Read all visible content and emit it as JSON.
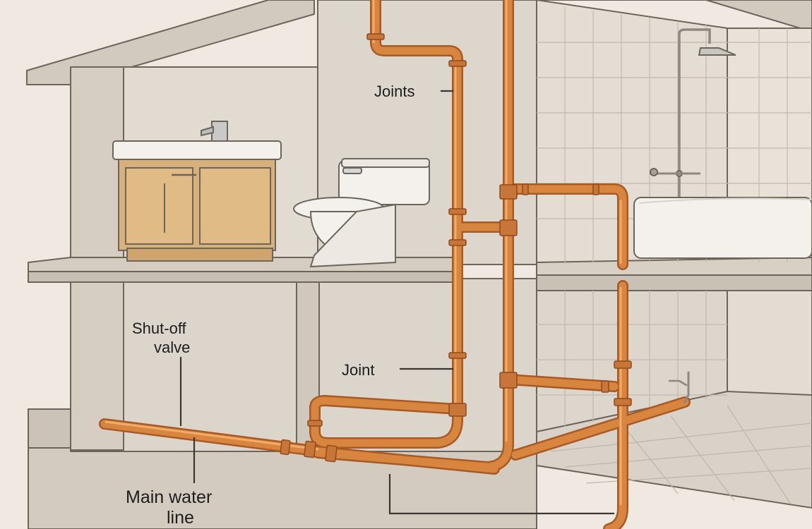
{
  "labels": {
    "joints": "Joints",
    "joint": "Joint",
    "shutoff_line1": "Shut-off",
    "shutoff_line2": "valve",
    "main_line1": "Main water",
    "main_line2": "line"
  },
  "colors": {
    "copper": "#d7853f",
    "copper_dark": "#a85a24",
    "copper_light": "#f0ad6a",
    "wall": "#ddd6cc",
    "wall_shadow": "#c9c1b5",
    "floor": "#cfc7bc",
    "tile": "#e3ddd3",
    "tile_line": "#bfb6aa",
    "line_art": "#6c655c",
    "cabinet": "#d8b07a",
    "porcelain": "#f4f1ec"
  },
  "icons": [
    "sink-icon",
    "toilet-icon",
    "shower-icon",
    "bathtub-icon",
    "cabinet-icon"
  ]
}
